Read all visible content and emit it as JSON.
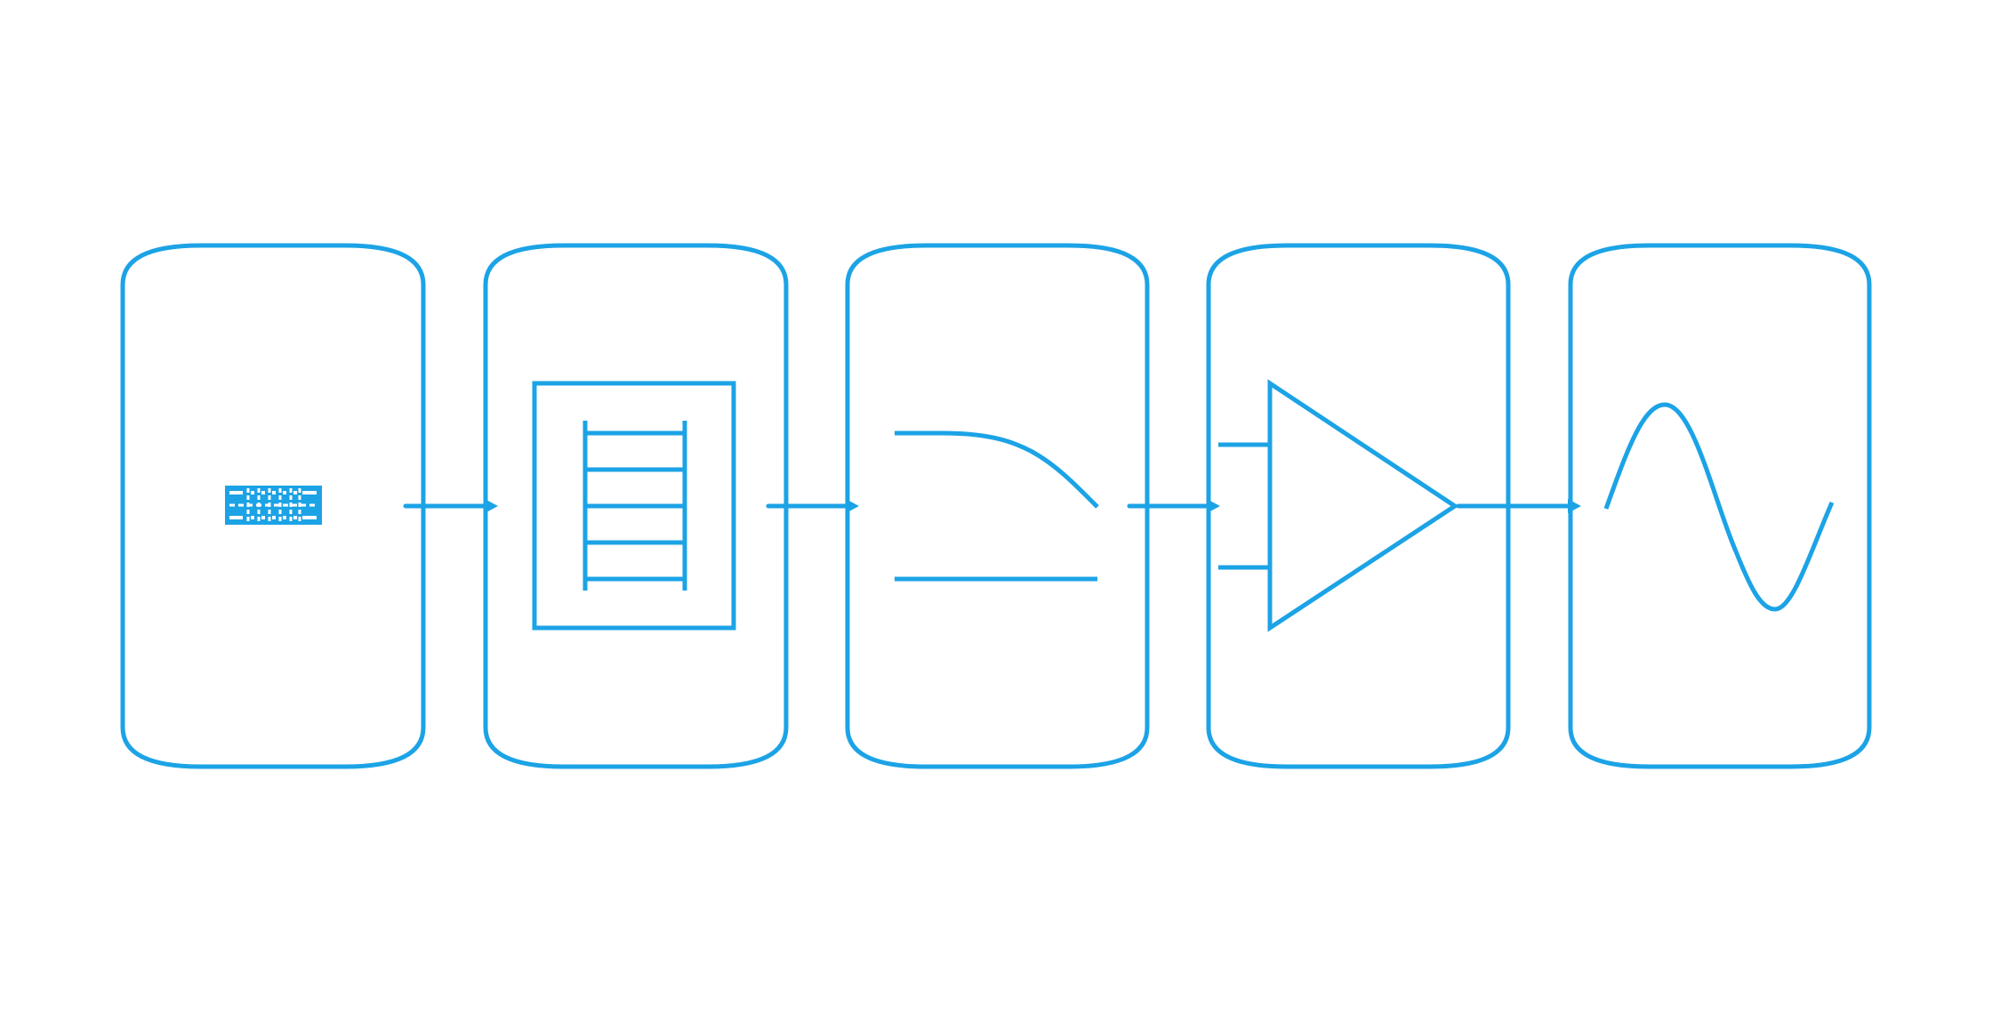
{
  "diagram": {
    "type": "signal-chain-block-diagram",
    "colors": {
      "stroke": "#1ca3e6",
      "fill": "#1ca3e6",
      "background": "#ffffff"
    },
    "blocks": [
      {
        "id": "digital-data-block",
        "icon": "digital-data-icon"
      },
      {
        "id": "dac-block",
        "icon": "dac-ladder-icon"
      },
      {
        "id": "filter-block",
        "icon": "lowpass-filter-icon"
      },
      {
        "id": "amplifier-block",
        "icon": "amplifier-icon"
      },
      {
        "id": "analog-output-block",
        "icon": "sine-wave-icon"
      }
    ],
    "connections": [
      {
        "from": "digital-data-block",
        "to": "dac-block"
      },
      {
        "from": "dac-block",
        "to": "filter-block"
      },
      {
        "from": "filter-block",
        "to": "amplifier-block"
      },
      {
        "from": "amplifier-block",
        "to": "analog-output-block"
      }
    ]
  }
}
